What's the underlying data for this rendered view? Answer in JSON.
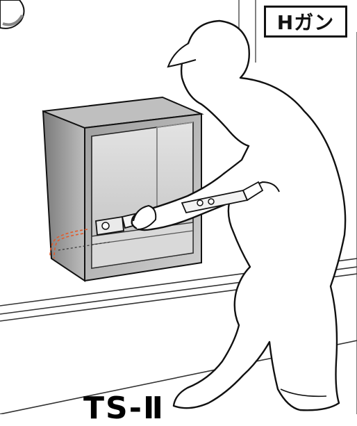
{
  "badge": {
    "label": "Hガン"
  },
  "model": {
    "label": "TS-Ⅱ"
  },
  "colors": {
    "outline": "#111111",
    "box_frame": "#9a9a9a",
    "box_interior": "#cfcfcf",
    "cable": "#e25a2a"
  },
  "icons": [
    "worker-figure",
    "distribution-box",
    "wire-cable"
  ]
}
